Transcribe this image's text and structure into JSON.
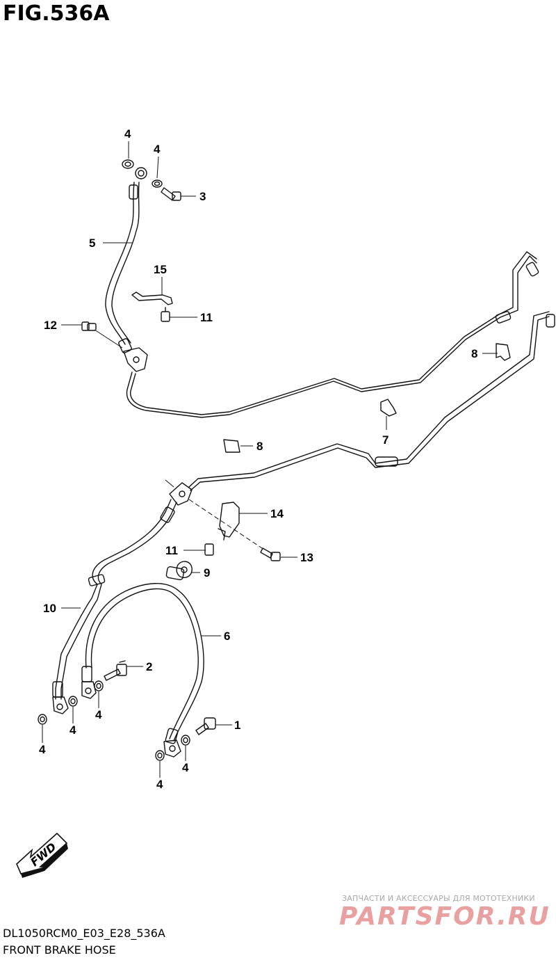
{
  "figure": {
    "title": "FIG.536A",
    "code": "DL1050RCM0_E03_E28_536A",
    "caption": "FRONT BRAKE HOSE"
  },
  "callouts": {
    "c1": "1",
    "c2": "2",
    "c3": "3",
    "c4a": "4",
    "c4b": "4",
    "c4c": "4",
    "c4d": "4",
    "c4e": "4",
    "c4f": "4",
    "c4g": "4",
    "c5": "5",
    "c6": "6",
    "c7": "7",
    "c8a": "8",
    "c8b": "8",
    "c9": "9",
    "c10": "10",
    "c11a": "11",
    "c11b": "11",
    "c12": "12",
    "c13": "13",
    "c14": "14",
    "c15": "15"
  },
  "fwd_badge": "FWD",
  "watermark": {
    "caption": "ЗАПЧАСТИ И АКСЕССУАРЫ ДЛЯ МОТОТЕХНИКИ",
    "logo": "PARTSFOR.RU"
  }
}
